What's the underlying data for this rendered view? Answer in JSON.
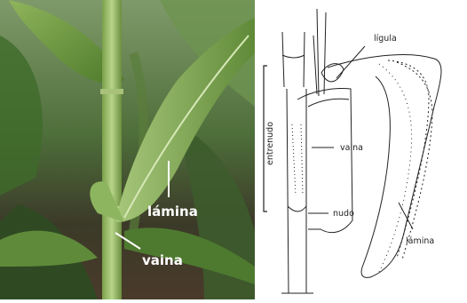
{
  "photo": {
    "labels": {
      "lamina": "lámina",
      "vaina": "vaina"
    }
  },
  "drawing": {
    "labels": {
      "ligula": "lígula",
      "entrenudo": "entrenudo",
      "vaina": "vaina",
      "nudo": "nudo",
      "lamina": "lámina"
    }
  },
  "colors": {
    "photo_label": "#ffffff",
    "drawing_ink": "#222222"
  }
}
